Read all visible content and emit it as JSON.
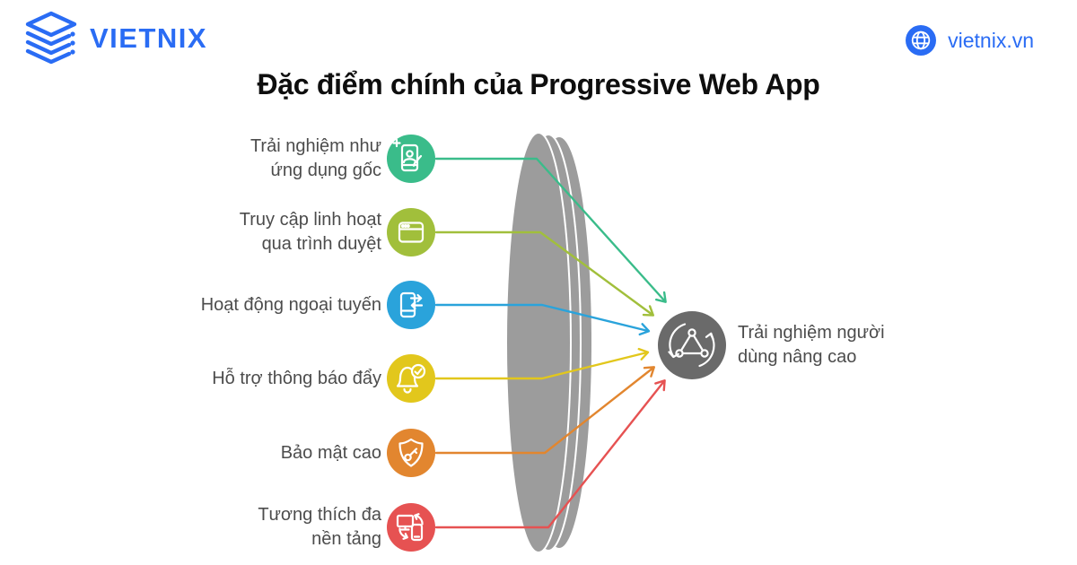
{
  "header": {
    "logo_text": "VIETNIX",
    "website": "vietnix.vn",
    "brand_color": "#2a6cf4",
    "logo_icon": "stacked-layers-icon",
    "website_icon": "globe-icon"
  },
  "title": "Đặc điểm chính của Progressive Web App",
  "features": [
    {
      "lines": [
        "Trải nghiệm như",
        "ứng dụng gốc"
      ],
      "color": "#3abc8a",
      "icon": "native-app-phone-icon"
    },
    {
      "lines": [
        "Truy cập linh hoạt",
        "qua trình duyệt"
      ],
      "color": "#a1bf3b",
      "icon": "browser-window-icon"
    },
    {
      "lines": [
        "Hoạt động ngoại tuyến"
      ],
      "color": "#2aa3db",
      "icon": "offline-sync-phone-icon"
    },
    {
      "lines": [
        "Hỗ trợ thông báo đẩy"
      ],
      "color": "#e2c71c",
      "icon": "push-notification-bell-icon"
    },
    {
      "lines": [
        "Bảo mật cao"
      ],
      "color": "#e2862f",
      "icon": "security-shield-key-icon"
    },
    {
      "lines": [
        "Tương thích đa",
        "nền tảng"
      ],
      "color": "#e65252",
      "icon": "cross-platform-devices-icon"
    }
  ],
  "result": {
    "lines": [
      "Trải nghiệm người",
      "dùng nâng cao"
    ],
    "color": "#6a6a6a",
    "icon": "sync-network-icon"
  },
  "diagram": {
    "lens_color": "#9c9c9c"
  }
}
